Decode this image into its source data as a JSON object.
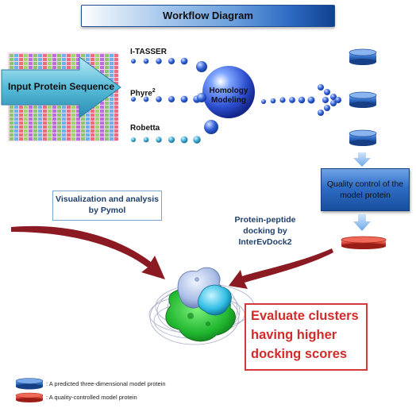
{
  "title": "Workflow Diagram",
  "input": {
    "label": "Input Protein Sequence"
  },
  "tools": [
    {
      "name": "I-TASSER",
      "sup": ""
    },
    {
      "name": "Phyre",
      "sup": "2"
    },
    {
      "name": "Robetta",
      "sup": ""
    }
  ],
  "homology": {
    "label": "Homology Modeling"
  },
  "quality_control": {
    "label": "Quality control of the model protein"
  },
  "visualization": {
    "label": "Visualization and analysis by Pymol"
  },
  "docking": {
    "label": "Protein-peptide docking  by InterEvDock2"
  },
  "evaluate": {
    "label": "Evaluate clusters having higher docking scores"
  },
  "legend": [
    {
      "label": ": A predicted three-dimensional model protein",
      "color": "#2f6cc4"
    },
    {
      "label": ": A quality-controlled model protein",
      "color": "#d93a3a"
    }
  ],
  "colors": {
    "node_blue": "#2f5ed6",
    "arrow_red": "#8b1a22",
    "arrow_teal": "#3a9fc4",
    "protein_green": "#22c43a",
    "protein_cyan": "#39c6e8"
  }
}
